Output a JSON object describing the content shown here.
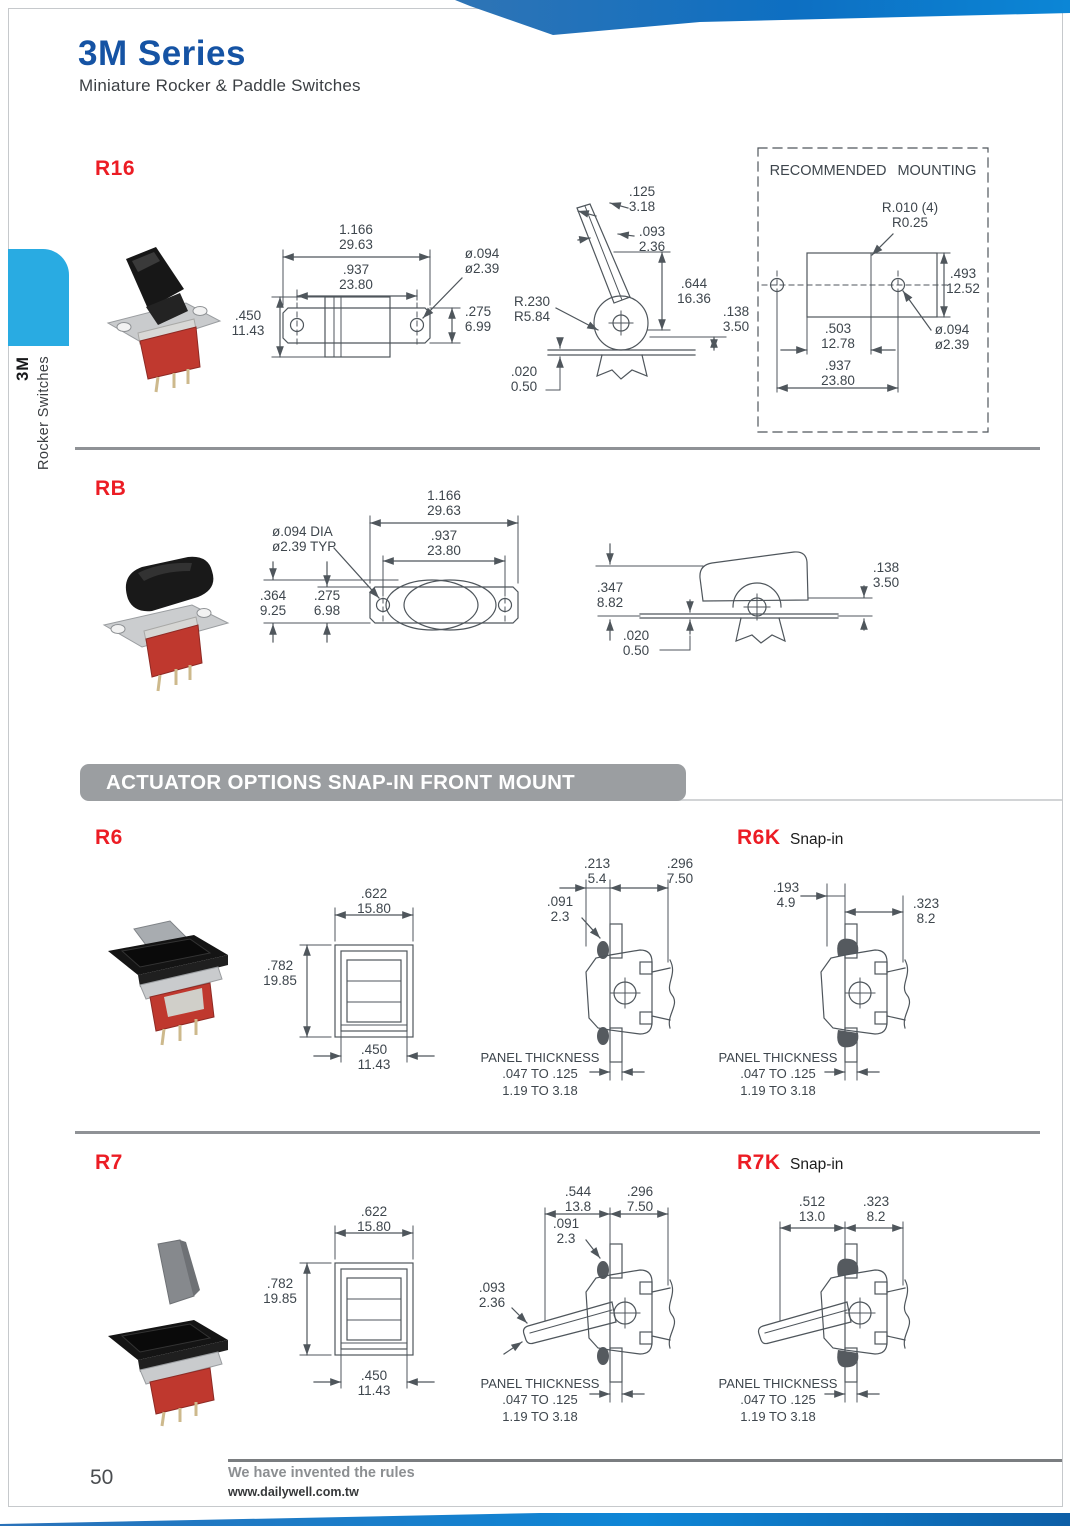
{
  "header": {
    "title": "3M Series",
    "subtitle": "Miniature Rocker & Paddle Switches"
  },
  "sidebar": {
    "series": "3M",
    "category": "Rocker Switches",
    "icon": "rocker-switch-icon"
  },
  "banner": {
    "text": "ACTUATOR OPTIONS SNAP-IN FRONT MOUNT"
  },
  "footer": {
    "page_number": "50",
    "tagline": "We have invented the rules",
    "website": "www.dailywell.com.tw"
  },
  "colors": {
    "accent_blue": "#1553a4",
    "label_red": "#ec1c24",
    "tab_blue": "#29abe2",
    "banner_gray": "#9b9ea1"
  },
  "panel_note": {
    "l1": "PANEL THICKNESS",
    "l2": ".047 TO .125",
    "l3": "1.19 TO 3.18"
  },
  "r16": {
    "label": "R16",
    "mounting_title": "RECOMMENDED MOUNTING",
    "top": {
      "w1": {
        "in": "1.166",
        "mm": "29.63"
      },
      "w2": {
        "in": ".937",
        "mm": "23.80"
      },
      "hole": {
        "in": "ø.094",
        "mm": "ø2.39"
      },
      "h1": {
        "in": ".450",
        "mm": "11.43"
      },
      "h2": {
        "in": ".275",
        "mm": "6.99"
      }
    },
    "side": {
      "tip": {
        "in": ".125",
        "mm": "3.18"
      },
      "stem": {
        "in": ".093",
        "mm": "2.36"
      },
      "height": {
        "in": ".644",
        "mm": "16.36"
      },
      "radius": {
        "in": "R.230",
        "mm": "R5.84"
      },
      "base": {
        "in": ".138",
        "mm": "3.50"
      },
      "plate": {
        "in": ".020",
        "mm": "0.50"
      }
    },
    "mount": {
      "corner": {
        "in": "R.010 (4)",
        "mm": "R0.25"
      },
      "h": {
        "in": ".493",
        "mm": "12.52"
      },
      "w1": {
        "in": ".503",
        "mm": "12.78"
      },
      "hole": {
        "in": "ø.094",
        "mm": "ø2.39"
      },
      "w2": {
        "in": ".937",
        "mm": "23.80"
      }
    }
  },
  "rb": {
    "label": "RB",
    "top": {
      "w1": {
        "in": "1.166",
        "mm": "29.63"
      },
      "w2": {
        "in": ".937",
        "mm": "23.80"
      },
      "hole": {
        "in": "ø.094 DIA",
        "mm": "ø2.39 TYP"
      },
      "h1": {
        "in": ".364",
        "mm": "9.25"
      },
      "h2": {
        "in": ".275",
        "mm": "6.98"
      }
    },
    "side": {
      "height": {
        "in": ".347",
        "mm": "8.82"
      },
      "base": {
        "in": ".138",
        "mm": "3.50"
      },
      "plate": {
        "in": ".020",
        "mm": "0.50"
      }
    }
  },
  "r6": {
    "label": "R6",
    "front": {
      "w": {
        "in": ".622",
        "mm": "15.80"
      },
      "h": {
        "in": ".782",
        "mm": "19.85"
      },
      "wb": {
        "in": ".450",
        "mm": "11.43"
      }
    },
    "cross": {
      "d1": {
        "in": ".213",
        "mm": "5.4"
      },
      "d2": {
        "in": ".296",
        "mm": "7.50"
      },
      "d3": {
        "in": ".091",
        "mm": "2.3"
      }
    }
  },
  "r6k": {
    "label": "R6K",
    "sub": "Snap-in",
    "cross": {
      "d1": {
        "in": ".193",
        "mm": "4.9"
      },
      "d2": {
        "in": ".323",
        "mm": "8.2"
      }
    }
  },
  "r7": {
    "label": "R7",
    "front": {
      "w": {
        "in": ".622",
        "mm": "15.80"
      },
      "h": {
        "in": ".782",
        "mm": "19.85"
      },
      "wb": {
        "in": ".450",
        "mm": "11.43"
      }
    },
    "cross": {
      "d1": {
        "in": ".544",
        "mm": "13.8"
      },
      "d2": {
        "in": ".296",
        "mm": "7.50"
      },
      "d3": {
        "in": ".091",
        "mm": "2.3"
      },
      "d4": {
        "in": ".093",
        "mm": "2.36"
      }
    }
  },
  "r7k": {
    "label": "R7K",
    "sub": "Snap-in",
    "cross": {
      "d1": {
        "in": ".512",
        "mm": "13.0"
      },
      "d2": {
        "in": ".323",
        "mm": "8.2"
      }
    }
  }
}
